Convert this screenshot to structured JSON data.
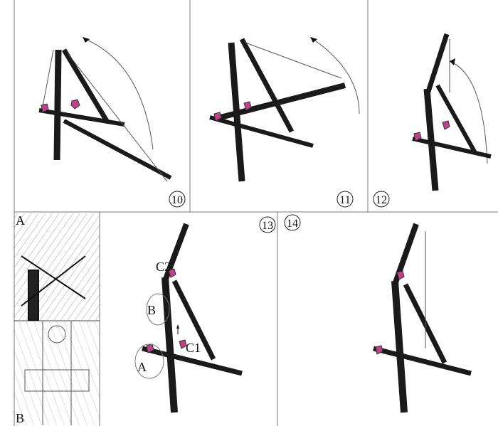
{
  "panels": [
    {
      "id": "p10",
      "step_label": "10"
    },
    {
      "id": "p11",
      "step_label": "11"
    },
    {
      "id": "p12",
      "step_label": "12"
    },
    {
      "id": "p13",
      "step_label": "13"
    },
    {
      "id": "p14",
      "step_label": "14"
    }
  ],
  "detail": {
    "top_label": "A",
    "bottom_label": "B"
  },
  "callouts": {
    "c2": "C2",
    "b": "B",
    "c1": "C1",
    "a": "A"
  },
  "colors": {
    "truss": "#1a1a1a",
    "hoist": "#c0418a",
    "frame": "#777777",
    "cable": "#555555"
  }
}
